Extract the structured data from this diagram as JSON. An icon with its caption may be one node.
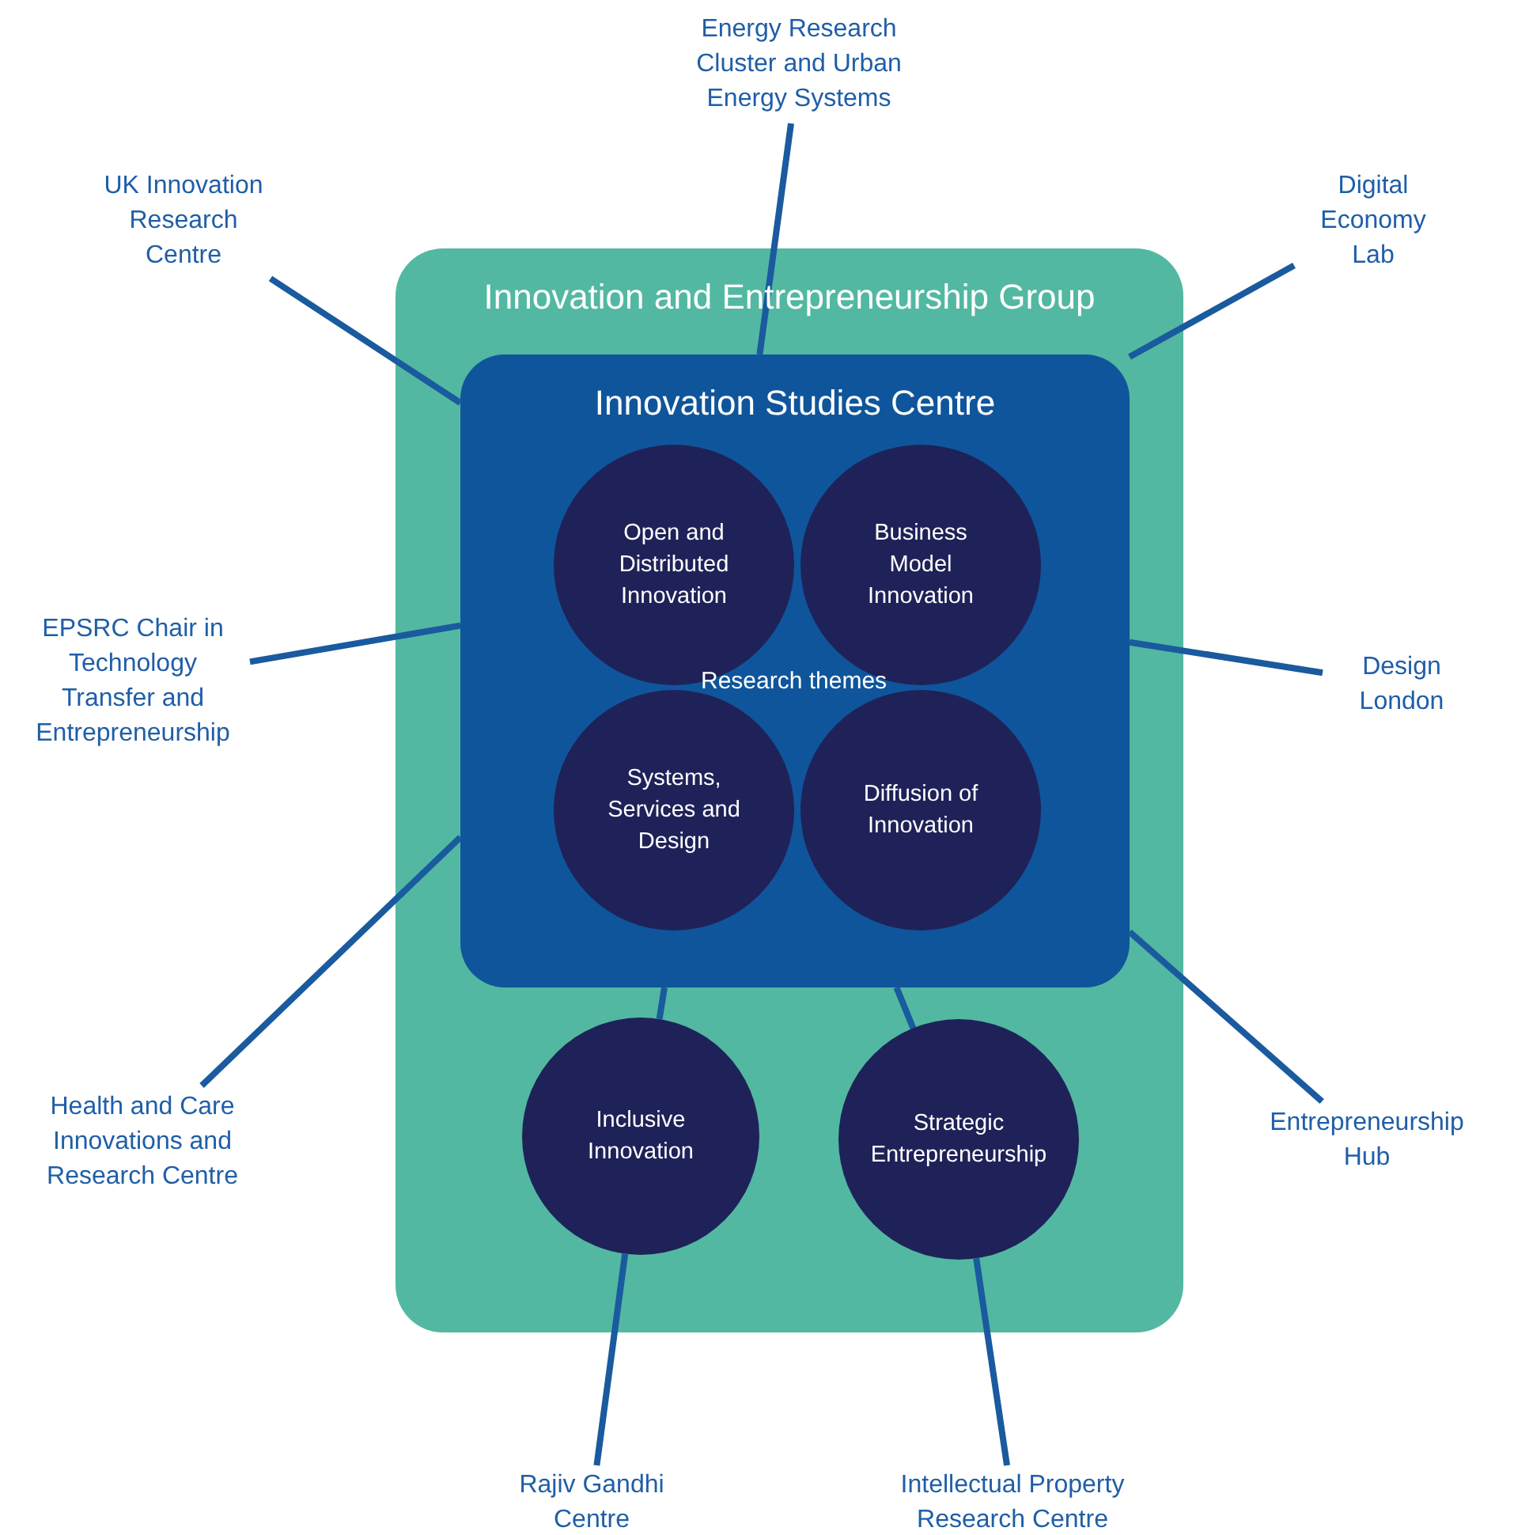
{
  "diagram": {
    "nodes": [
      {
        "text": [
          "Innovation and Entrepreneurship Group"
        ]
      },
      {
        "text": [
          "Innovation Studies Centre"
        ],
        "in": 0
      },
      {
        "text": [
          "Open and Distributed Innovation"
        ],
        "in": 1
      },
      {
        "text": [
          "Business Model Innovation"
        ],
        "in": 1
      },
      {
        "text": [
          "Systems, Services and Design"
        ],
        "in": 1
      },
      {
        "text": [
          "Diffusion of Innovation"
        ],
        "in": 1
      },
      {
        "text": [
          "Inclusive Innovation"
        ],
        "in": 0
      },
      {
        "text": [
          "Strategic Entrepreneurship"
        ],
        "in": 0
      },
      {
        "text": [
          "Energy Research Cluster and Urban Energy Systems"
        ]
      },
      {
        "text": [
          "UK Innovation Research Centre"
        ]
      },
      {
        "text": [
          "Digital Economy Lab"
        ]
      },
      {
        "text": [
          "EPSRC Chair in Technology Transfer and Entrepreneurship"
        ]
      },
      {
        "text": [
          "Design London"
        ]
      },
      {
        "text": [
          "Health and Care Innovations and Research Centre"
        ]
      },
      {
        "text": [
          "Entrepreneurship Hub"
        ]
      },
      {
        "text": [
          "Rajiv Gandhi Centre"
        ]
      },
      {
        "text": [
          "Intellectual Property Research Centre"
        ]
      }
    ],
    "edges": [
      {
        "from": 8,
        "to": 1,
        "arrow": "none"
      },
      {
        "from": 9,
        "to": 1,
        "arrow": "none"
      },
      {
        "from": 10,
        "to": 1,
        "arrow": "none"
      },
      {
        "from": 11,
        "to": 1,
        "arrow": "none"
      },
      {
        "from": 12,
        "to": 1,
        "arrow": "none"
      },
      {
        "from": 13,
        "to": 1,
        "arrow": "none"
      },
      {
        "from": 14,
        "to": 1,
        "arrow": "none"
      },
      {
        "from": 6,
        "to": 1,
        "arrow": "none"
      },
      {
        "from": 7,
        "to": 1,
        "arrow": "none"
      },
      {
        "from": 15,
        "to": 6,
        "arrow": "none"
      },
      {
        "from": 16,
        "to": 7,
        "arrow": "none"
      }
    ],
    "labels": [
      "Research themes"
    ]
  }
}
